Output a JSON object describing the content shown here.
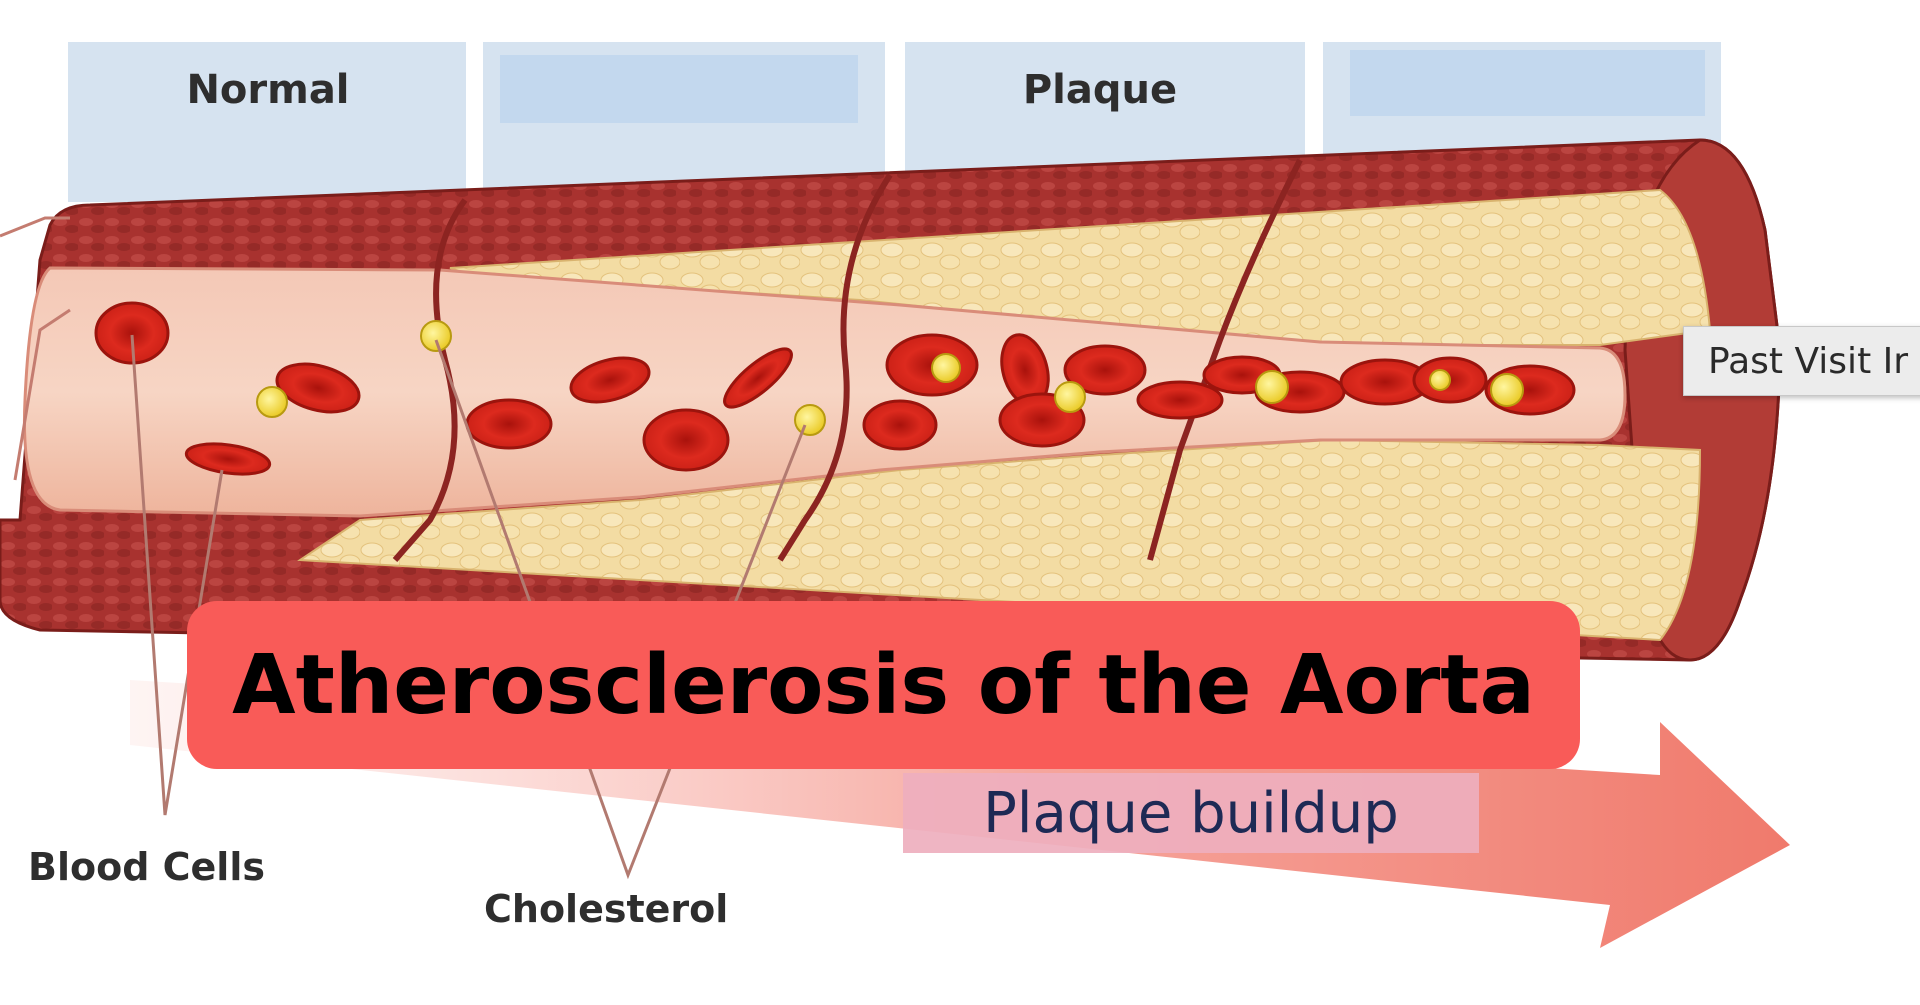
{
  "title": "Atherosclerosis of the Aorta",
  "stages": {
    "normal": "Normal",
    "plaque": "Plaque"
  },
  "callouts": {
    "blood_cells": "Blood Cells",
    "cholesterol": "Cholesterol"
  },
  "progress_label": "Plaque buildup",
  "tooltip": "Past Visit Ir",
  "colors": {
    "banner": "#f95b58",
    "stage_header": "#d6e3f0",
    "vessel_wall": "#a8322f",
    "plaque": "#f3dca3",
    "lumen": "#f0b9a4",
    "blood_cell": "#d9261c",
    "cholesterol": "#f5de2a",
    "arrow": "#f2776b"
  }
}
